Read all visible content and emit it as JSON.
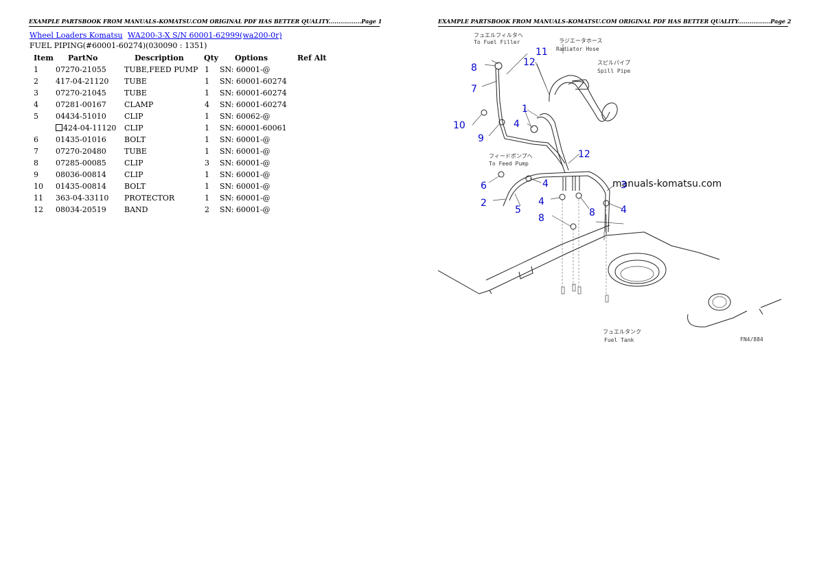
{
  "headers": {
    "page1": "EXAMPLE PARTSBOOK FROM MANUALS-KOMATSU.COM ORIGINAL PDF HAS BETTER QUALITY.................Page 1",
    "page2": "EXAMPLE PARTSBOOK FROM MANUALS-KOMATSU.COM ORIGINAL PDF HAS BETTER QUALITY.................Page 2"
  },
  "breadcrumbs": [
    "Wheel Loaders Komatsu",
    "WA200-3-X S/N 60001-62999(wa200-0r)"
  ],
  "subtitle": "FUEL PIPING(#60001-60274)(030090 : 1351)",
  "table": {
    "headers": [
      "Item",
      "PartNo",
      "Description",
      "Qty",
      "Options",
      "Ref Alt"
    ],
    "rows": [
      {
        "item": "1",
        "part": "07270-21055",
        "desc": "TUBE,FEED PUMP",
        "qty": "1",
        "opt": "SN: 60001-@",
        "alt": false
      },
      {
        "item": "2",
        "part": "417-04-21120",
        "desc": "TUBE",
        "qty": "1",
        "opt": "SN: 60001-60274",
        "alt": false
      },
      {
        "item": "3",
        "part": "07270-21045",
        "desc": "TUBE",
        "qty": "1",
        "opt": "SN: 60001-60274",
        "alt": false
      },
      {
        "item": "4",
        "part": "07281-00167",
        "desc": "CLAMP",
        "qty": "4",
        "opt": "SN: 60001-60274",
        "alt": false
      },
      {
        "item": "5",
        "part": "04434-51010",
        "desc": "CLIP",
        "qty": "1",
        "opt": "SN: 60062-@",
        "alt": false
      },
      {
        "item": "",
        "part": "424-04-11120",
        "desc": "CLIP",
        "qty": "1",
        "opt": "SN: 60001-60061",
        "alt": true
      },
      {
        "item": "6",
        "part": "01435-01016",
        "desc": "BOLT",
        "qty": "1",
        "opt": "SN: 60001-@",
        "alt": false
      },
      {
        "item": "7",
        "part": "07270-20480",
        "desc": "TUBE",
        "qty": "1",
        "opt": "SN: 60001-@",
        "alt": false
      },
      {
        "item": "8",
        "part": "07285-00085",
        "desc": "CLIP",
        "qty": "3",
        "opt": "SN: 60001-@",
        "alt": false
      },
      {
        "item": "9",
        "part": "08036-00814",
        "desc": "CLIP",
        "qty": "1",
        "opt": "SN: 60001-@",
        "alt": false
      },
      {
        "item": "10",
        "part": "01435-00814",
        "desc": "BOLT",
        "qty": "1",
        "opt": "SN: 60001-@",
        "alt": false
      },
      {
        "item": "11",
        "part": "363-04-33110",
        "desc": "PROTECTOR",
        "qty": "1",
        "opt": "SN: 60001-@",
        "alt": false
      },
      {
        "item": "12",
        "part": "08034-20519",
        "desc": "BAND",
        "qty": "2",
        "opt": "SN: 60001-@",
        "alt": false
      }
    ]
  },
  "diagram": {
    "labels": {
      "fuel_filter_jp": "フュエルフィルタへ",
      "fuel_filter_en": "To Fuel Filler",
      "radiator_jp": "ラジエータホース",
      "radiator_en": "Radiator Hose",
      "spill_jp": "スピルパイプ",
      "spill_en": "Spill Pipe",
      "feed_jp": "フィードポンプへ",
      "feed_en": "To Feed Pump",
      "tank_jp": "フュエルタンク",
      "tank_en": "Fuel Tank",
      "fig_code": "FN4/884"
    },
    "watermark": "manuals-komatsu.com",
    "callouts": [
      "8",
      "7",
      "11",
      "12",
      "1",
      "4",
      "10",
      "9",
      "12",
      "6",
      "4",
      "2",
      "5",
      "3",
      "4",
      "8",
      "8",
      "4"
    ]
  }
}
